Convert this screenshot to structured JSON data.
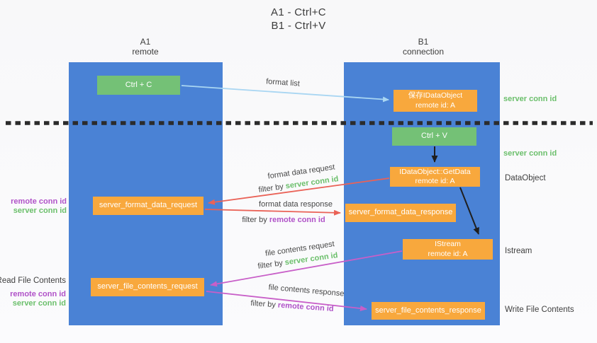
{
  "title": {
    "line1": "A1 - Ctrl+C",
    "line2": "B1 - Ctrl+V"
  },
  "lanes": {
    "a1": {
      "name": "A1",
      "subtitle": "remote"
    },
    "b1": {
      "name": "B1",
      "subtitle": "connection"
    }
  },
  "boxes": {
    "ctrl_c": {
      "label": "Ctrl + C"
    },
    "ctrl_v": {
      "label": "Ctrl + V"
    },
    "save_idataobject": {
      "line1": "保存IDataObject",
      "line2": "remote id: A"
    },
    "idataobject_getdata": {
      "line1": "IDataObject::GetData",
      "line2": "remote id: A"
    },
    "istream": {
      "line1": "IStream",
      "line2": "remote id: A"
    },
    "server_format_data_request": {
      "label": "server_format_data_request"
    },
    "server_format_data_response": {
      "label": "server_format_data_response"
    },
    "server_file_contents_request": {
      "label": "server_file_contents_request"
    },
    "server_file_contents_response": {
      "label": "server_file_contents_response"
    }
  },
  "arrows": {
    "format_list": {
      "label": "format list"
    },
    "format_data_request": {
      "label": "format data request",
      "filter_prefix": "filter by",
      "filter_key": "server conn id"
    },
    "format_data_response": {
      "label": "format data response",
      "filter_prefix": "filter by",
      "filter_key": "remote conn id"
    },
    "file_contents_request": {
      "label": "file contents request",
      "filter_prefix": "filter by",
      "filter_key": "server conn id"
    },
    "file_contents_response": {
      "label": "file contents response",
      "filter_prefix": "filter by",
      "filter_key": "remote conn id"
    }
  },
  "side_labels": {
    "left_format": {
      "remote_conn_id": "remote conn id",
      "server_conn_id": "server conn id"
    },
    "left_file": {
      "title": "Read File Contents",
      "remote_conn_id": "remote conn id",
      "server_conn_id": "server conn id"
    },
    "right": {
      "server_conn_id_top": "server conn id",
      "server_conn_id_mid": "server conn id",
      "dataobject": "DataObject",
      "istream": "Istream",
      "write_file_contents": "Write File Contents"
    }
  },
  "colors": {
    "lane_blue": "#4a82d5",
    "box_green": "#74c176",
    "box_orange": "#f8a83d",
    "arrow_light_blue": "#a9d6f2",
    "arrow_red": "#ea6257",
    "arrow_magenta": "#c85fc8",
    "arrow_black": "#1f1f1f",
    "separator_black": "#2b2b2b",
    "text_green": "#6bbf6b",
    "text_purple": "#b052c8",
    "text_dark": "#3f3f3f"
  }
}
